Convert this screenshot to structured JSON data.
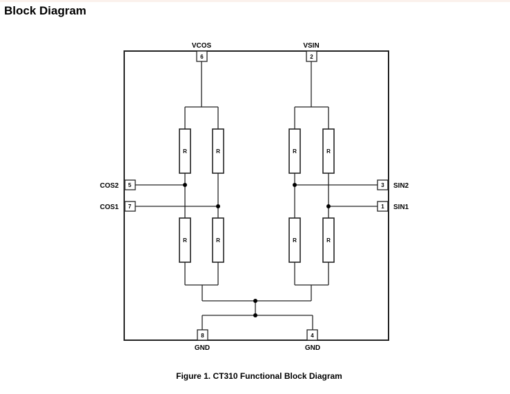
{
  "heading": "Block Diagram",
  "caption": "Figure 1. CT310 Functional Block Diagram",
  "pins": {
    "vcos": {
      "name": "VCOS",
      "number": "6"
    },
    "vsin": {
      "name": "VSIN",
      "number": "2"
    },
    "cos2": {
      "name": "COS2",
      "number": "5"
    },
    "cos1": {
      "name": "COS1",
      "number": "7"
    },
    "sin2": {
      "name": "SIN2",
      "number": "3"
    },
    "sin1": {
      "name": "SIN1",
      "number": "1"
    },
    "gnd_left": {
      "name": "GND",
      "number": "8"
    },
    "gnd_right": {
      "name": "GND",
      "number": "4"
    }
  },
  "resistor_label": "R",
  "resistors": [
    {
      "id": "cos-top-left",
      "label": "R"
    },
    {
      "id": "cos-top-right",
      "label": "R"
    },
    {
      "id": "cos-bottom-left",
      "label": "R"
    },
    {
      "id": "cos-bottom-right",
      "label": "R"
    },
    {
      "id": "sin-top-left",
      "label": "R"
    },
    {
      "id": "sin-top-right",
      "label": "R"
    },
    {
      "id": "sin-bottom-left",
      "label": "R"
    },
    {
      "id": "sin-bottom-right",
      "label": "R"
    }
  ]
}
